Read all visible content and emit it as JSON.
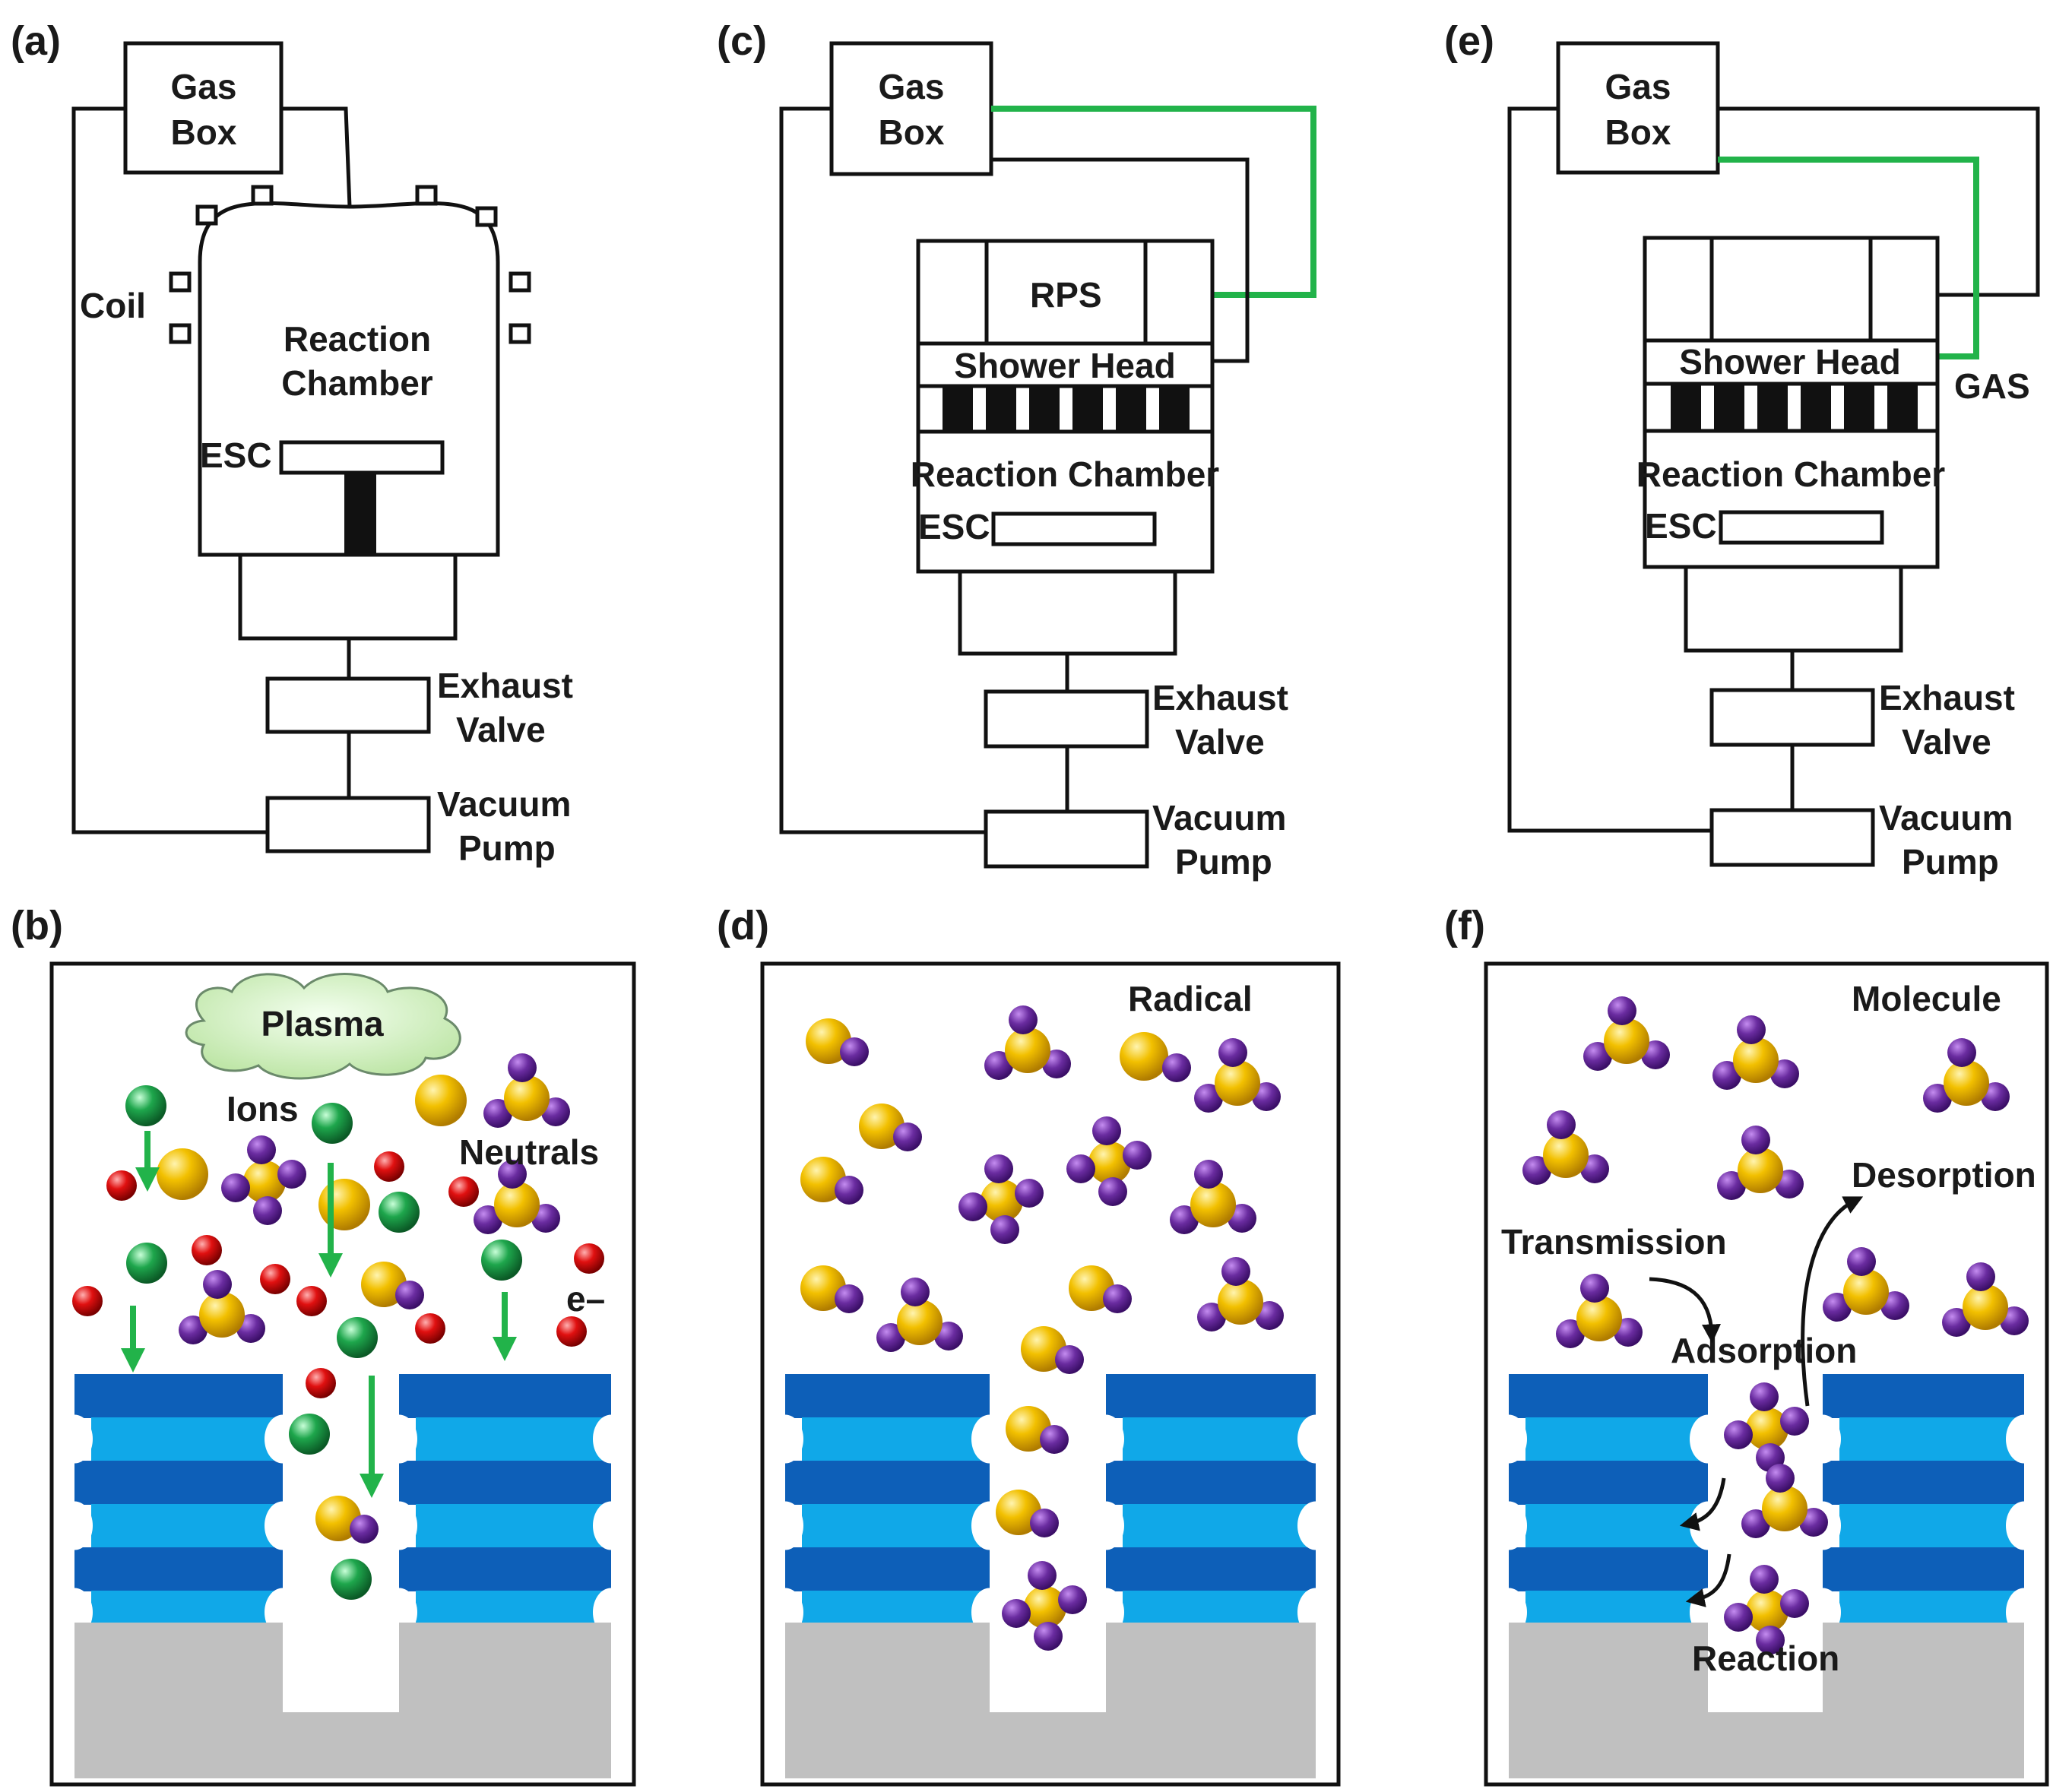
{
  "panels": {
    "a": {
      "tag": "(a)",
      "gas_box": [
        "Gas",
        "Box"
      ],
      "coil": "Coil",
      "chamber": [
        "Reaction",
        "Chamber"
      ],
      "esc": "ESC",
      "exhaust": [
        "Exhaust",
        "Valve"
      ],
      "pump": [
        "Vacuum",
        "Pump"
      ]
    },
    "b": {
      "tag": "(b)",
      "plasma": "Plasma",
      "ions": "Ions",
      "neutrals": "Neutrals",
      "electron": "e–"
    },
    "c": {
      "tag": "(c)",
      "gas_box": [
        "Gas",
        "Box"
      ],
      "rps": "RPS",
      "shower": "Shower Head",
      "chamber": "Reaction Chamber",
      "esc": "ESC",
      "exhaust": [
        "Exhaust",
        "Valve"
      ],
      "pump": [
        "Vacuum",
        "Pump"
      ]
    },
    "d": {
      "tag": "(d)",
      "radical": "Radical"
    },
    "e": {
      "tag": "(e)",
      "gas_box": [
        "Gas",
        "Box"
      ],
      "shower": "Shower Head",
      "gas": "GAS",
      "chamber": "Reaction Chamber",
      "esc": "ESC",
      "exhaust": [
        "Exhaust",
        "Valve"
      ],
      "pump": [
        "Vacuum",
        "Pump"
      ]
    },
    "f": {
      "tag": "(f)",
      "molecule": "Molecule",
      "desorption": "Desorption",
      "transmission": "Transmission",
      "adsorption": "Adsorption",
      "reaction": "Reaction"
    }
  },
  "colors": {
    "green_line": "#22b34a",
    "ion_green": "#1e9e4a",
    "electron_red": "#e01010",
    "gold": "#f0b800",
    "purple": "#6a2ca0",
    "layer_dark": "#0d5fb8",
    "layer_light": "#10a8e8",
    "substrate": "#c0c0c0",
    "plasma_cloud": "#d8f0c8"
  }
}
